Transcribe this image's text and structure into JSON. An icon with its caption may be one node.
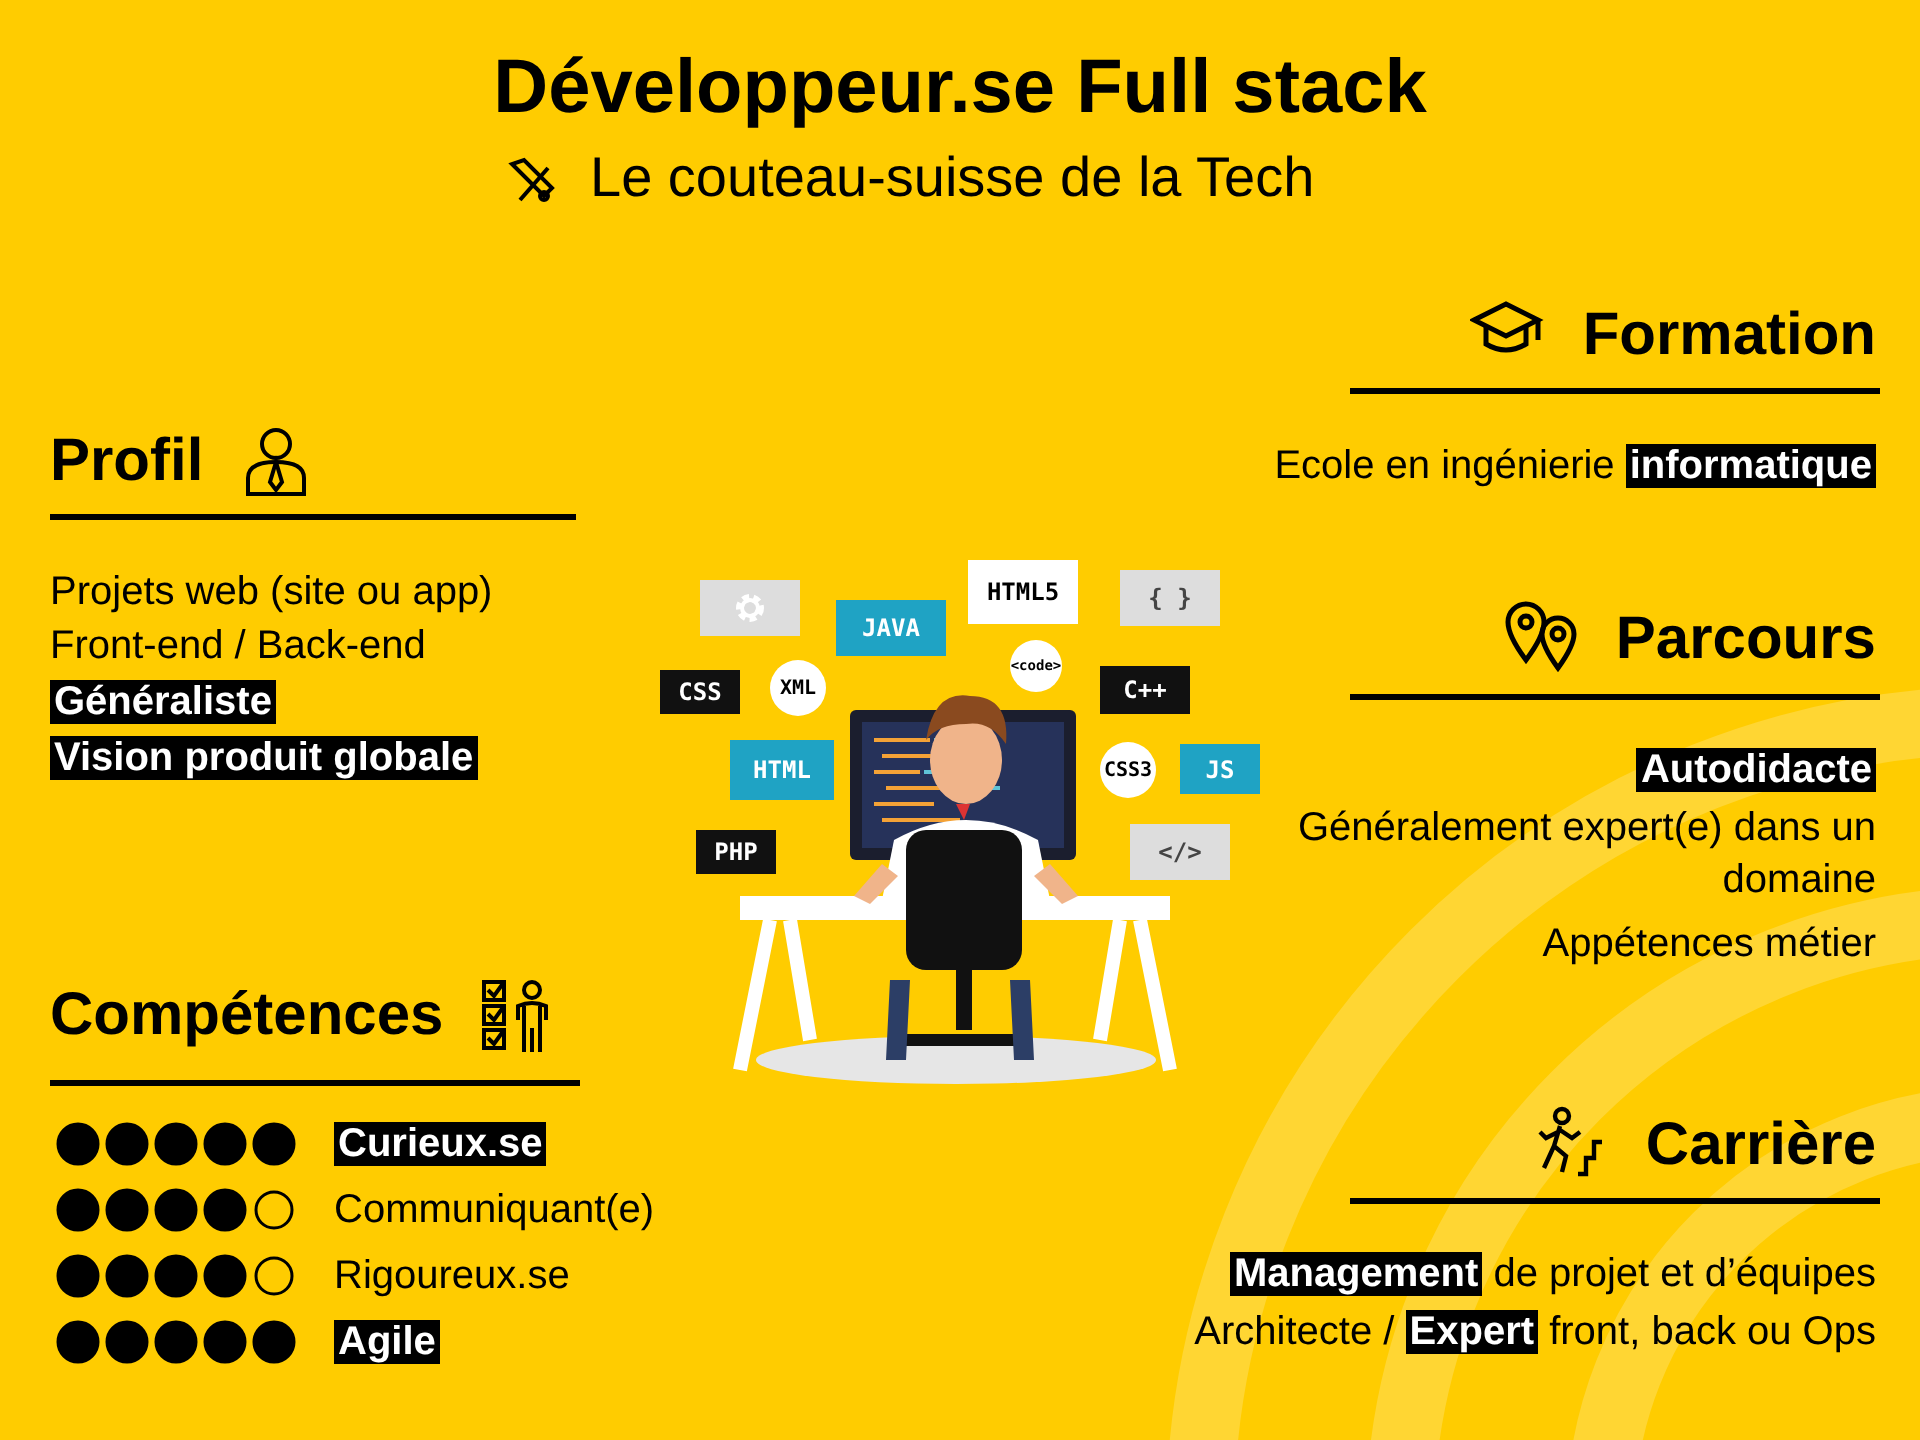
{
  "diagram": {
    "title": "Développeur.se Full stack",
    "nodes": [
      {
        "text": [
          "Formation",
          "Ecole en ingénierie **informatique**"
        ]
      },
      {
        "text": [
          "Profil",
          "Projets web (site ou app)",
          "Front-end / Back-end",
          "**Généraliste**",
          "**Vision produit globale**"
        ]
      },
      {
        "text": [
          "Parcours",
          "**Autodidacte**",
          "Généralement expert(e) dans un domaine",
          "Appétences métier"
        ]
      },
      {
        "text": [
          "Compétences",
          "**Curieux.se**",
          "Communiquant(e)",
          "Rigoureux.se",
          "**Agile**"
        ]
      },
      {
        "text": [
          "Carrière",
          "**Management** de projet et d’équipes",
          "Architecte / **Expert** front, back ou Ops"
        ]
      }
    ],
    "labels": [
      "Le couteau-suisse de la Tech",
      "JAVA",
      "HTML5",
      "{ }",
      "CSS",
      "XML",
      "<code>",
      "C++",
      "HTML",
      "CSS3",
      "JS",
      "PHP",
      "</>"
    ]
  }
}
